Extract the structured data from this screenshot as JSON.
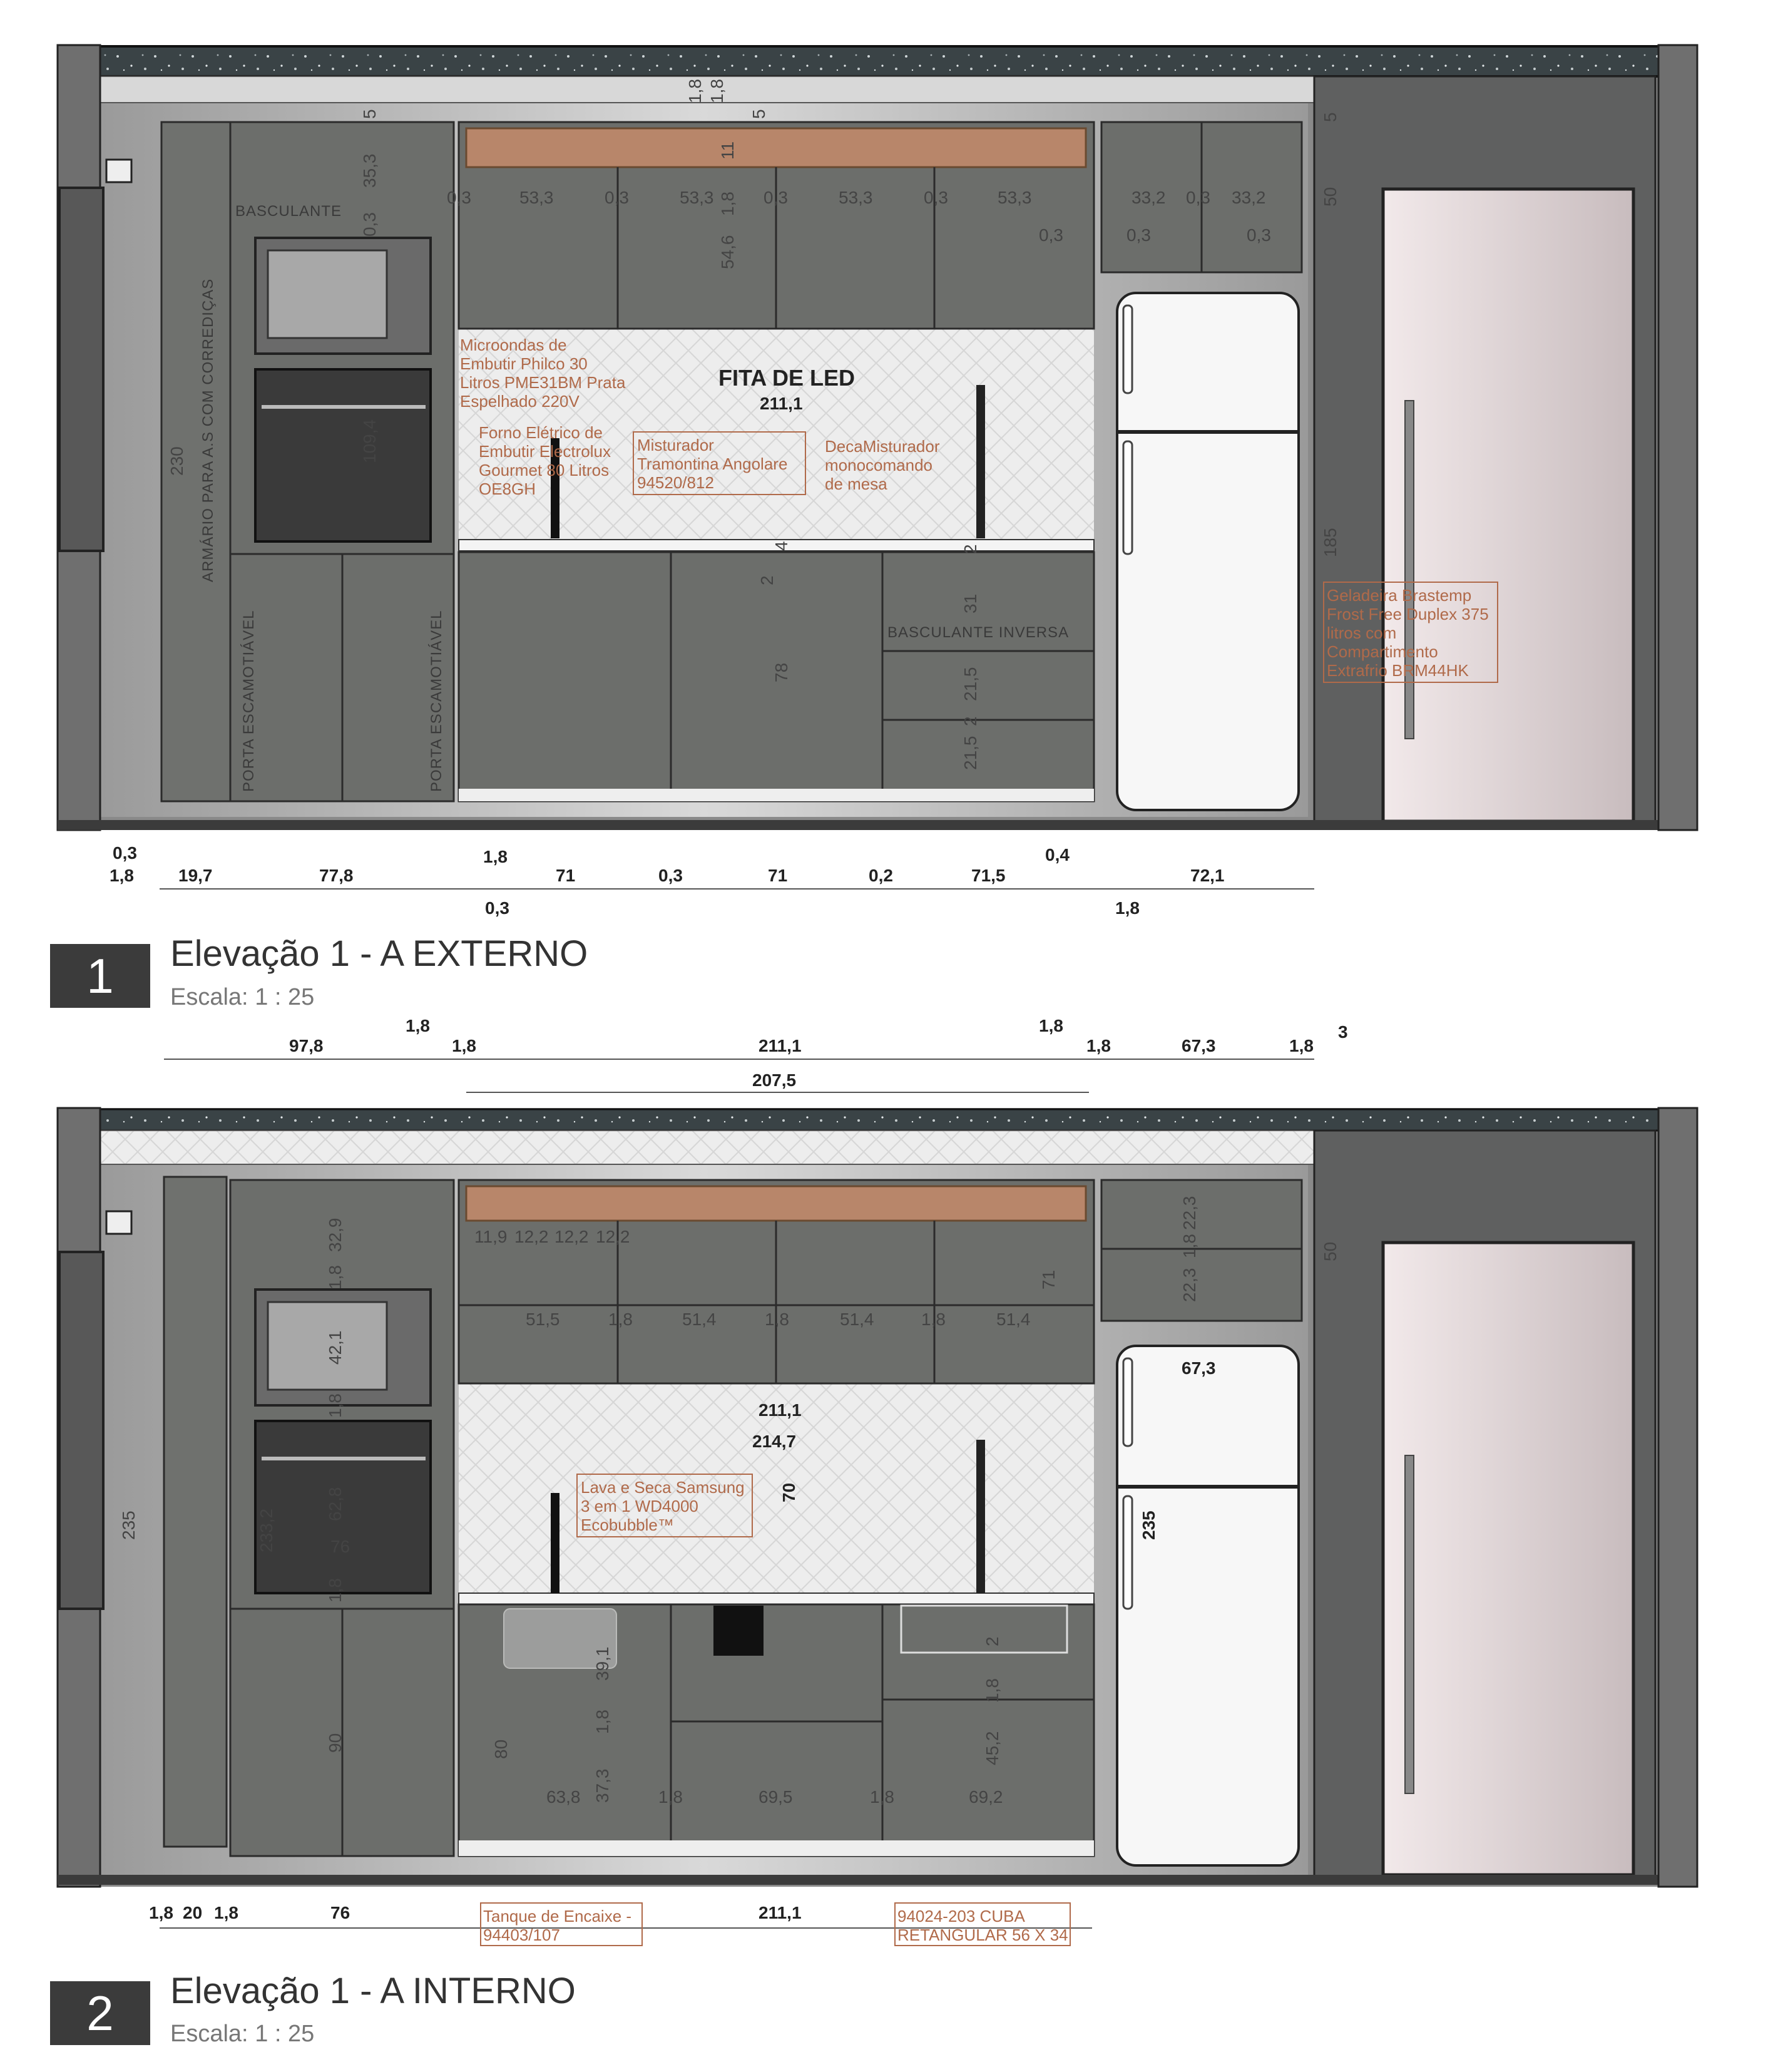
{
  "elevations": [
    {
      "number": "1",
      "title": "Elevação 1 - A EXTERNO",
      "scale_label": "Escala:",
      "scale_value": "1 : 25",
      "labels": {
        "basculante": "BASCULANTE",
        "armario": "ARMÁRIO PARA A.S COM CORREDIÇAS",
        "porta1": "PORTA ESCAMOTIÁVEL",
        "porta2": "PORTA ESCAMOTIÁVEL",
        "fita": "FITA DE LED",
        "fita_dim": "211,1",
        "basc_inversa": "BASCULANTE INVERSA"
      },
      "notes": {
        "microondas": [
          "Microondas de",
          "Embutir Philco 30",
          "Litros PME31BM Prata",
          "Espelhado 220V"
        ],
        "forno": [
          "Forno Elétrico de",
          "Embutir Electrolux",
          "Gourmet 80 Litros",
          "OE8GH"
        ],
        "misturador1": [
          "Misturador",
          "Tramontina Angolare",
          "94520/812"
        ],
        "misturador2": [
          "DecaMisturador",
          "monocomando",
          "de mesa"
        ],
        "geladeira": [
          "Geladeira Brastemp",
          "Frost Free Duplex 375",
          "litros com",
          "Compartimento",
          "Extrafrio BRM44HK"
        ]
      },
      "vertical_dims": [
        "5",
        "35,3",
        "0,3",
        "230",
        "109,4",
        "1,8",
        "1,8",
        "5",
        "11",
        "1,8",
        "54,6",
        "4",
        "2",
        "2",
        "31",
        "78",
        "21,5",
        "2",
        "21,5",
        "50",
        "185",
        "5"
      ],
      "upper_dims": [
        "0,3",
        "53,3",
        "0,3",
        "53,3",
        "0,3",
        "53,3",
        "0,3",
        "53,3",
        "0,3",
        "33,2",
        "0,3",
        "33,2",
        "0,3",
        "0,3"
      ],
      "bottom_dims": [
        "0,3",
        "1,8",
        "19,7",
        "77,8",
        "1,8",
        "71",
        "0,3",
        "71",
        "0,2",
        "71,5",
        "0,4",
        "72,1",
        "0,3",
        "1,8"
      ]
    },
    {
      "number": "2",
      "title": "Elevação 1 - A INTERNO",
      "scale_label": "Escala:",
      "scale_value": "1 : 25",
      "top_dims": [
        "1,8",
        "97,8",
        "1,8",
        "211,1",
        "1,8",
        "1,8",
        "67,3",
        "1,8",
        "3",
        "207,5"
      ],
      "notes": {
        "lava": [
          "Lava e Seca Samsung",
          "3 em 1 WD4000",
          "Ecobubble™"
        ],
        "tanque": [
          "Tanque de Encaixe -",
          "94403/107"
        ],
        "cuba": [
          "94024-203 CUBA",
          "RETANGULAR 56 X 34"
        ]
      },
      "inner_dims": [
        "32,9",
        "1,8",
        "42,1",
        "1,8",
        "233,2",
        "62,8",
        "76",
        "1,8",
        "90",
        "235",
        "11,9",
        "12,2",
        "12,2",
        "12,2",
        "51,5",
        "1,8",
        "51,4",
        "1,8",
        "51,4",
        "1,8",
        "51,4",
        "71",
        "22,3",
        "1,8",
        "22,3",
        "50",
        "67,3",
        "211,1",
        "214,7",
        "70",
        "235",
        "39,1",
        "1,8",
        "80",
        "37,3",
        "63,8",
        "1,8",
        "69,5",
        "1,8",
        "69,2",
        "45,2",
        "1,8",
        "2"
      ],
      "bottom_dims": [
        "1,8",
        "20",
        "1,8",
        "76",
        "211,1"
      ]
    }
  ]
}
